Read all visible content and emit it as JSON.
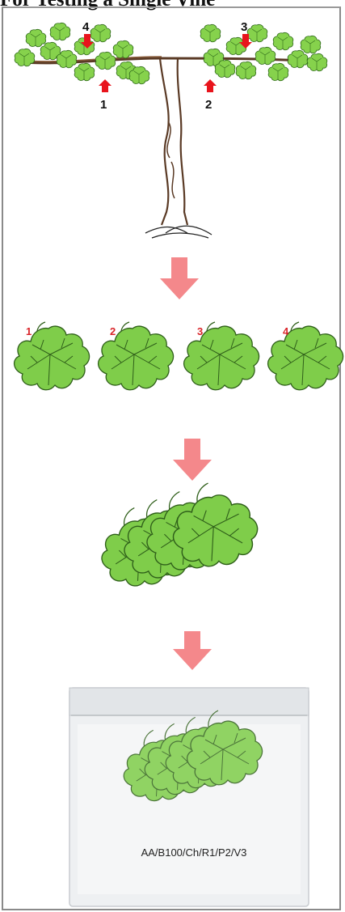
{
  "title": "For Testing a Single Vine",
  "vine_markers": [
    "1",
    "2",
    "3",
    "4"
  ],
  "leaf_numbers": [
    "1",
    "2",
    "3",
    "4"
  ],
  "bag_label": "AA/B100/Ch/R1/P2/V3",
  "colors": {
    "leaf_fill": "#7fcd4a",
    "leaf_stroke": "#2f5f1a",
    "arrow_red": "#e8141c",
    "pink_arrow": "#f4888b",
    "trunk": "#5a3a25"
  }
}
